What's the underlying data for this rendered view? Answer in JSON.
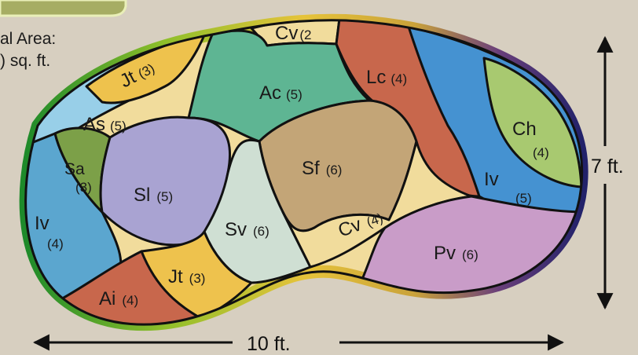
{
  "area_info": {
    "line1": "al Area:",
    "line2": ") sq. ft."
  },
  "dimensions": {
    "width_label": "10 ft.",
    "height_label": "7 ft."
  },
  "zones": [
    {
      "id": "jt-top",
      "code": "Jt",
      "count": "(3)",
      "color": "#eec24d"
    },
    {
      "id": "cv-top",
      "code": "Cv",
      "count": "(2",
      "color": "#f1dc9c"
    },
    {
      "id": "as",
      "code": "As",
      "count": "(5)",
      "color": "#98cfe8"
    },
    {
      "id": "ac",
      "code": "Ac",
      "count": "(5)",
      "color": "#5eb593"
    },
    {
      "id": "lc",
      "code": "Lc",
      "count": "(4)",
      "color": "#c8674c"
    },
    {
      "id": "iv-right",
      "code": "Iv",
      "count": "(5)",
      "color": "#4592d1"
    },
    {
      "id": "ch",
      "code": "Ch",
      "count": "(4)",
      "color": "#a8c970"
    },
    {
      "id": "sa",
      "code": "Sa",
      "count": "(3)",
      "color": "#7ca048"
    },
    {
      "id": "sl",
      "code": "Sl",
      "count": "(5)",
      "color": "#a9a3d2"
    },
    {
      "id": "sf",
      "code": "Sf",
      "count": "(6)",
      "color": "#c3a577"
    },
    {
      "id": "iv-left",
      "code": "Iv",
      "count": "(4)",
      "color": "#5ba6cf"
    },
    {
      "id": "sv",
      "code": "Sv",
      "count": "(6)",
      "color": "#cfdfd3"
    },
    {
      "id": "cv-mid",
      "code": "Cv",
      "count": "(4)",
      "color": "#f1dc9c"
    },
    {
      "id": "pv",
      "code": "Pv",
      "count": "(6)",
      "color": "#c99cc8"
    },
    {
      "id": "jt-bottom",
      "code": "Jt",
      "count": "(3)",
      "color": "#eec24d"
    },
    {
      "id": "ai",
      "code": "Ai",
      "count": "(4)",
      "color": "#c8674c"
    }
  ]
}
